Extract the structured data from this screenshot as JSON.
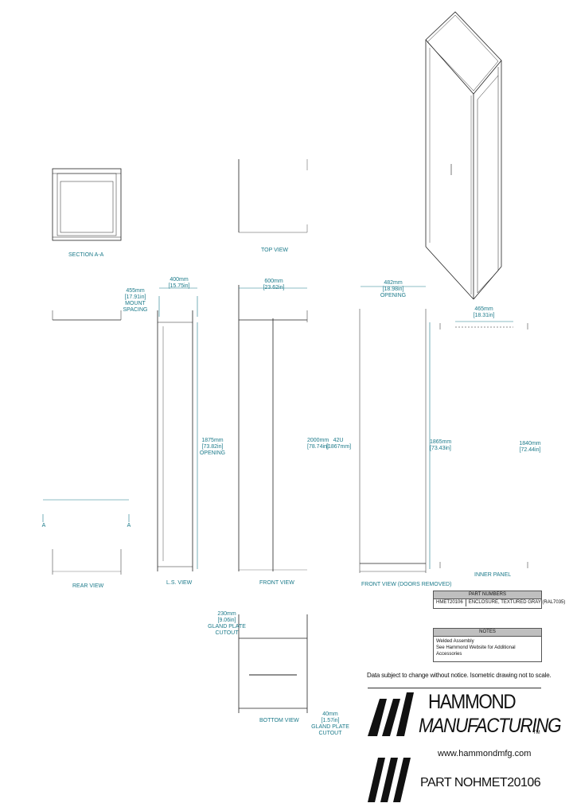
{
  "views": {
    "section_aa": "SECTION A-A",
    "top_view": "TOP VIEW",
    "rear_view": "REAR VIEW",
    "ls_view": "L.S. VIEW",
    "front_view": "FRONT VIEW",
    "front_view_doors_removed": "FRONT VIEW (DOORS REMOVED)",
    "inner_panel": "INNER PANEL",
    "bottom_view": "BOTTOM VIEW"
  },
  "section_markers": {
    "left": "A",
    "right": "A"
  },
  "dimensions": {
    "overall_depth": "400mm\n[15.75in]",
    "mount_depth": "455mm\n[17.91in]\nMOUNT\nSPACING",
    "front_width": "600mm\n[23.62in]",
    "opening_width": "482mm\n[18.98in]\nOPENING",
    "inner_panel_width": "465mm\n[18.31in]",
    "side_opening": "1875mm\n[73.82in]\nOPENING",
    "overall_height": "2000mm\n[78.74in]",
    "rack_height": "42U\n[1867mm]",
    "front_rail_height": "1865mm\n[73.43in]",
    "inner_panel_height": "1840mm\n[72.44in]",
    "gland_cutout": "230mm\n[9.06in]\nGLAND PLATE\nCUTOUT",
    "gland_cutout_bottom": "40mm\n[1.57in]\nGLAND PLATE\nCUTOUT"
  },
  "part_numbers_table": {
    "header": "PART NUMBERS",
    "rows": [
      {
        "part": "HMET20106",
        "description": "ENCLOSURE, TEXTURED GRAY (RAL7035)"
      }
    ]
  },
  "notes_table": {
    "header": "NOTES",
    "lines": [
      "Welded Assembly",
      "See Hammond Website for Additional Accessories"
    ]
  },
  "disclaimer": "Data subject to change without notice. Isometric drawing not to scale.",
  "brand": {
    "name_line1": "HAMMOND",
    "name_line2": "MANUFACTURING",
    "trademark": "TM",
    "website": "www.hammondmfg.com",
    "part_number_label": "PART NO",
    "part_number": "HMET20106"
  },
  "colors": {
    "dimension": "#1b7a8a",
    "line": "#222222",
    "table_header": "#bfbfbf"
  }
}
